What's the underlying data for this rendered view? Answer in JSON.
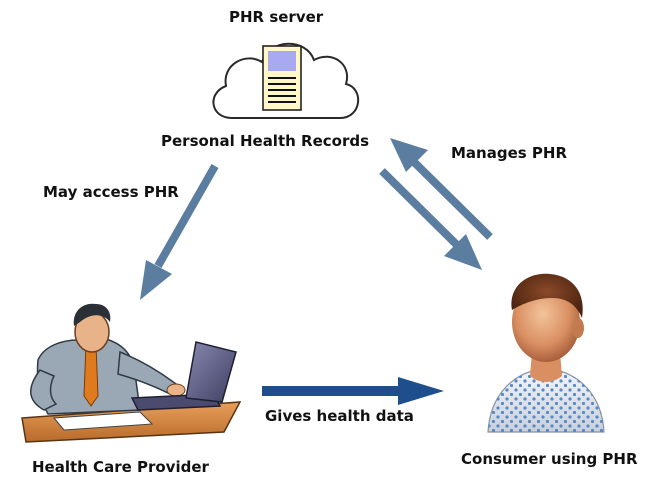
{
  "labels": {
    "server": "PHR server",
    "records": "Personal Health Records",
    "may_access": "May access PHR",
    "manages": "Manages PHR",
    "gives_data": "Gives health data",
    "provider": "Health Care Provider",
    "consumer": "Consumer using PHR"
  },
  "icons": {
    "server": "cloud-icon",
    "document": "document-icon",
    "provider": "doctor-at-laptop-icon",
    "consumer": "patient-icon"
  },
  "colors": {
    "arrow_slate": "#5a7da0",
    "arrow_navy": "#1f4e8c",
    "text": "#111111"
  }
}
